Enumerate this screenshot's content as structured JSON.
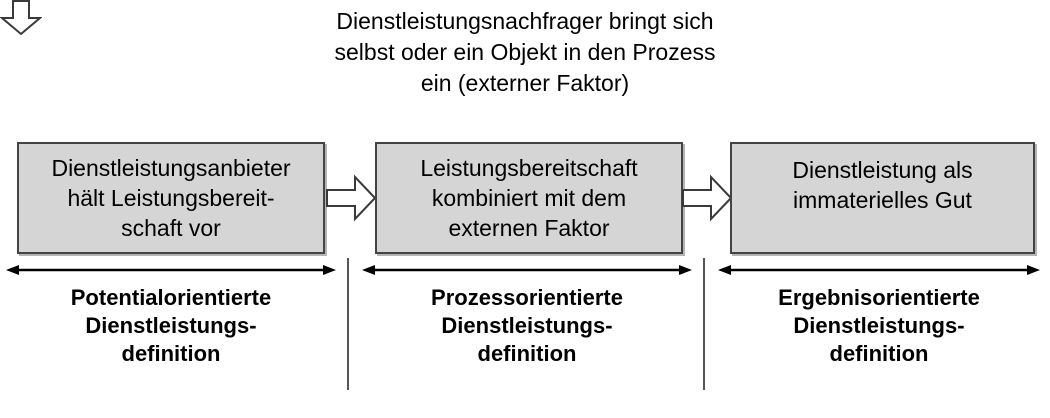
{
  "diagram": {
    "caption": "Dienstleistungsnachfrager bringt sich\nselbst oder ein Objekt in den Prozess\nein (externer Faktor)",
    "boxes": [
      {
        "text": "Dienstleistungsanbieter\nhält Leistungsbereit-\nschaft vor"
      },
      {
        "text": "Leistungsbereitschaft\nkombiniert mit dem\nexternen Faktor"
      },
      {
        "text": "Dienstleistung als\nimmaterielles Gut"
      }
    ],
    "phase_labels": [
      {
        "text": "Potentialorientierte\nDienstleistungs-\ndefinition"
      },
      {
        "text": "Prozessorientierte\nDienstleistungs-\ndefinition"
      },
      {
        "text": "Ergebnisorientierte\nDienstleistungs-\ndefinition"
      }
    ],
    "colors": {
      "box_fill": "#d5d5d5",
      "box_border": "#444444",
      "arrow_outline": "#333333",
      "arrow_fill": "#ffffff",
      "divider": "#555555",
      "text": "#000000"
    }
  }
}
